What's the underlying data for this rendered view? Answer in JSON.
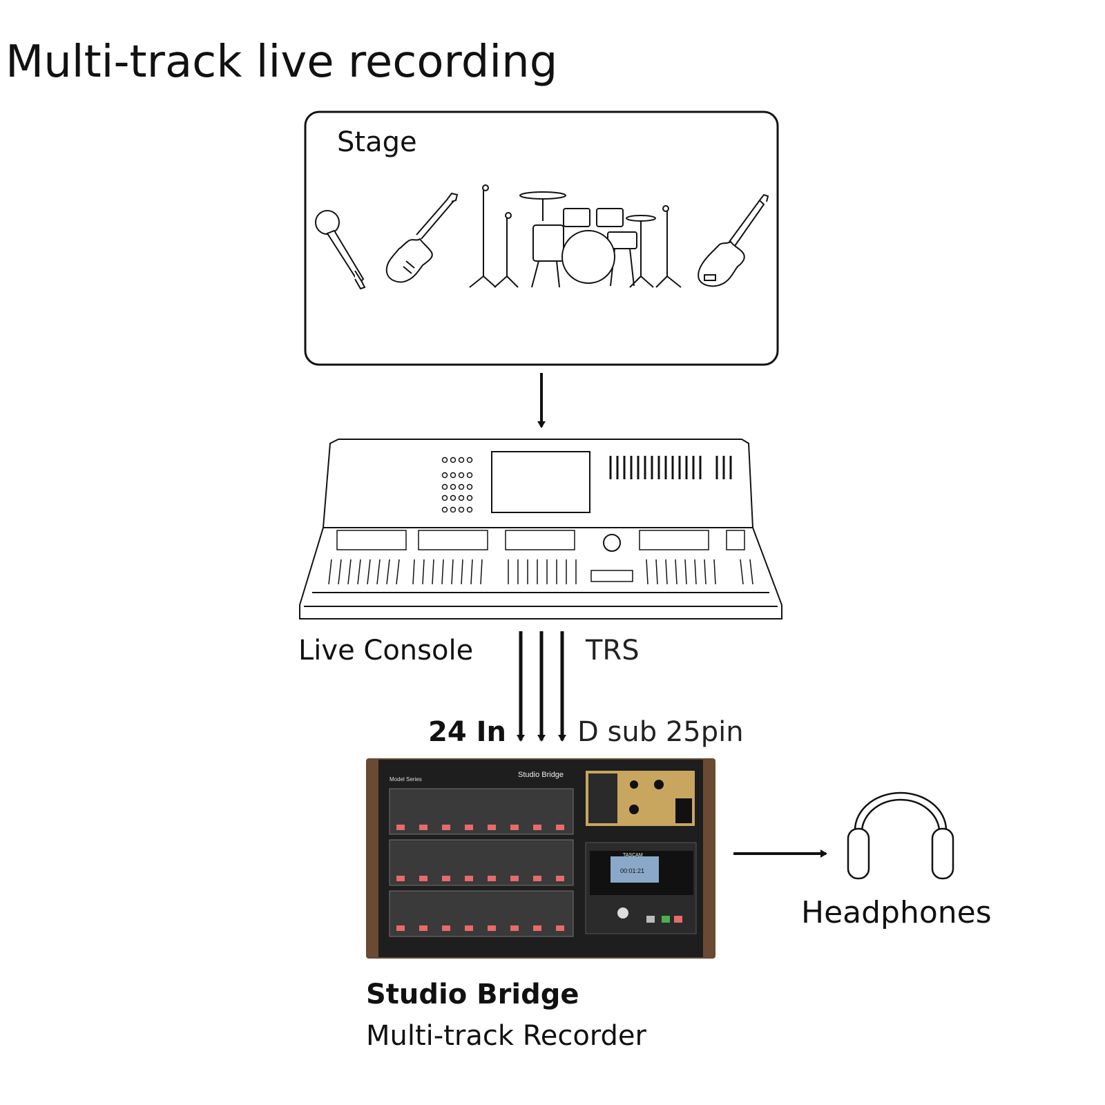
{
  "title": "Multi-track live recording",
  "stage": {
    "label": "Stage",
    "instruments": [
      "microphone-icon",
      "electric-guitar-icon",
      "drum-kit-icon",
      "bass-guitar-icon"
    ]
  },
  "console": {
    "label": "Live Console",
    "display_icon": "console-screen-icon"
  },
  "connection": {
    "cable_label": "TRS",
    "input_label": "24 In",
    "connector_label": "D sub 25pin"
  },
  "recorder": {
    "name": "Studio Bridge",
    "description": "Multi-track Recorder",
    "panel_model": "Model Series",
    "panel_brand": "Studio Bridge",
    "panel_maker": "TASCAM",
    "counter": "00:01:21"
  },
  "output": {
    "label": "Headphones"
  },
  "colors": {
    "line": "#111111",
    "recorder_body": "#1e1e1e",
    "recorder_wood": "#6a4a32",
    "recorder_gold": "#c9a660",
    "rec_button": "#e86a6a"
  }
}
